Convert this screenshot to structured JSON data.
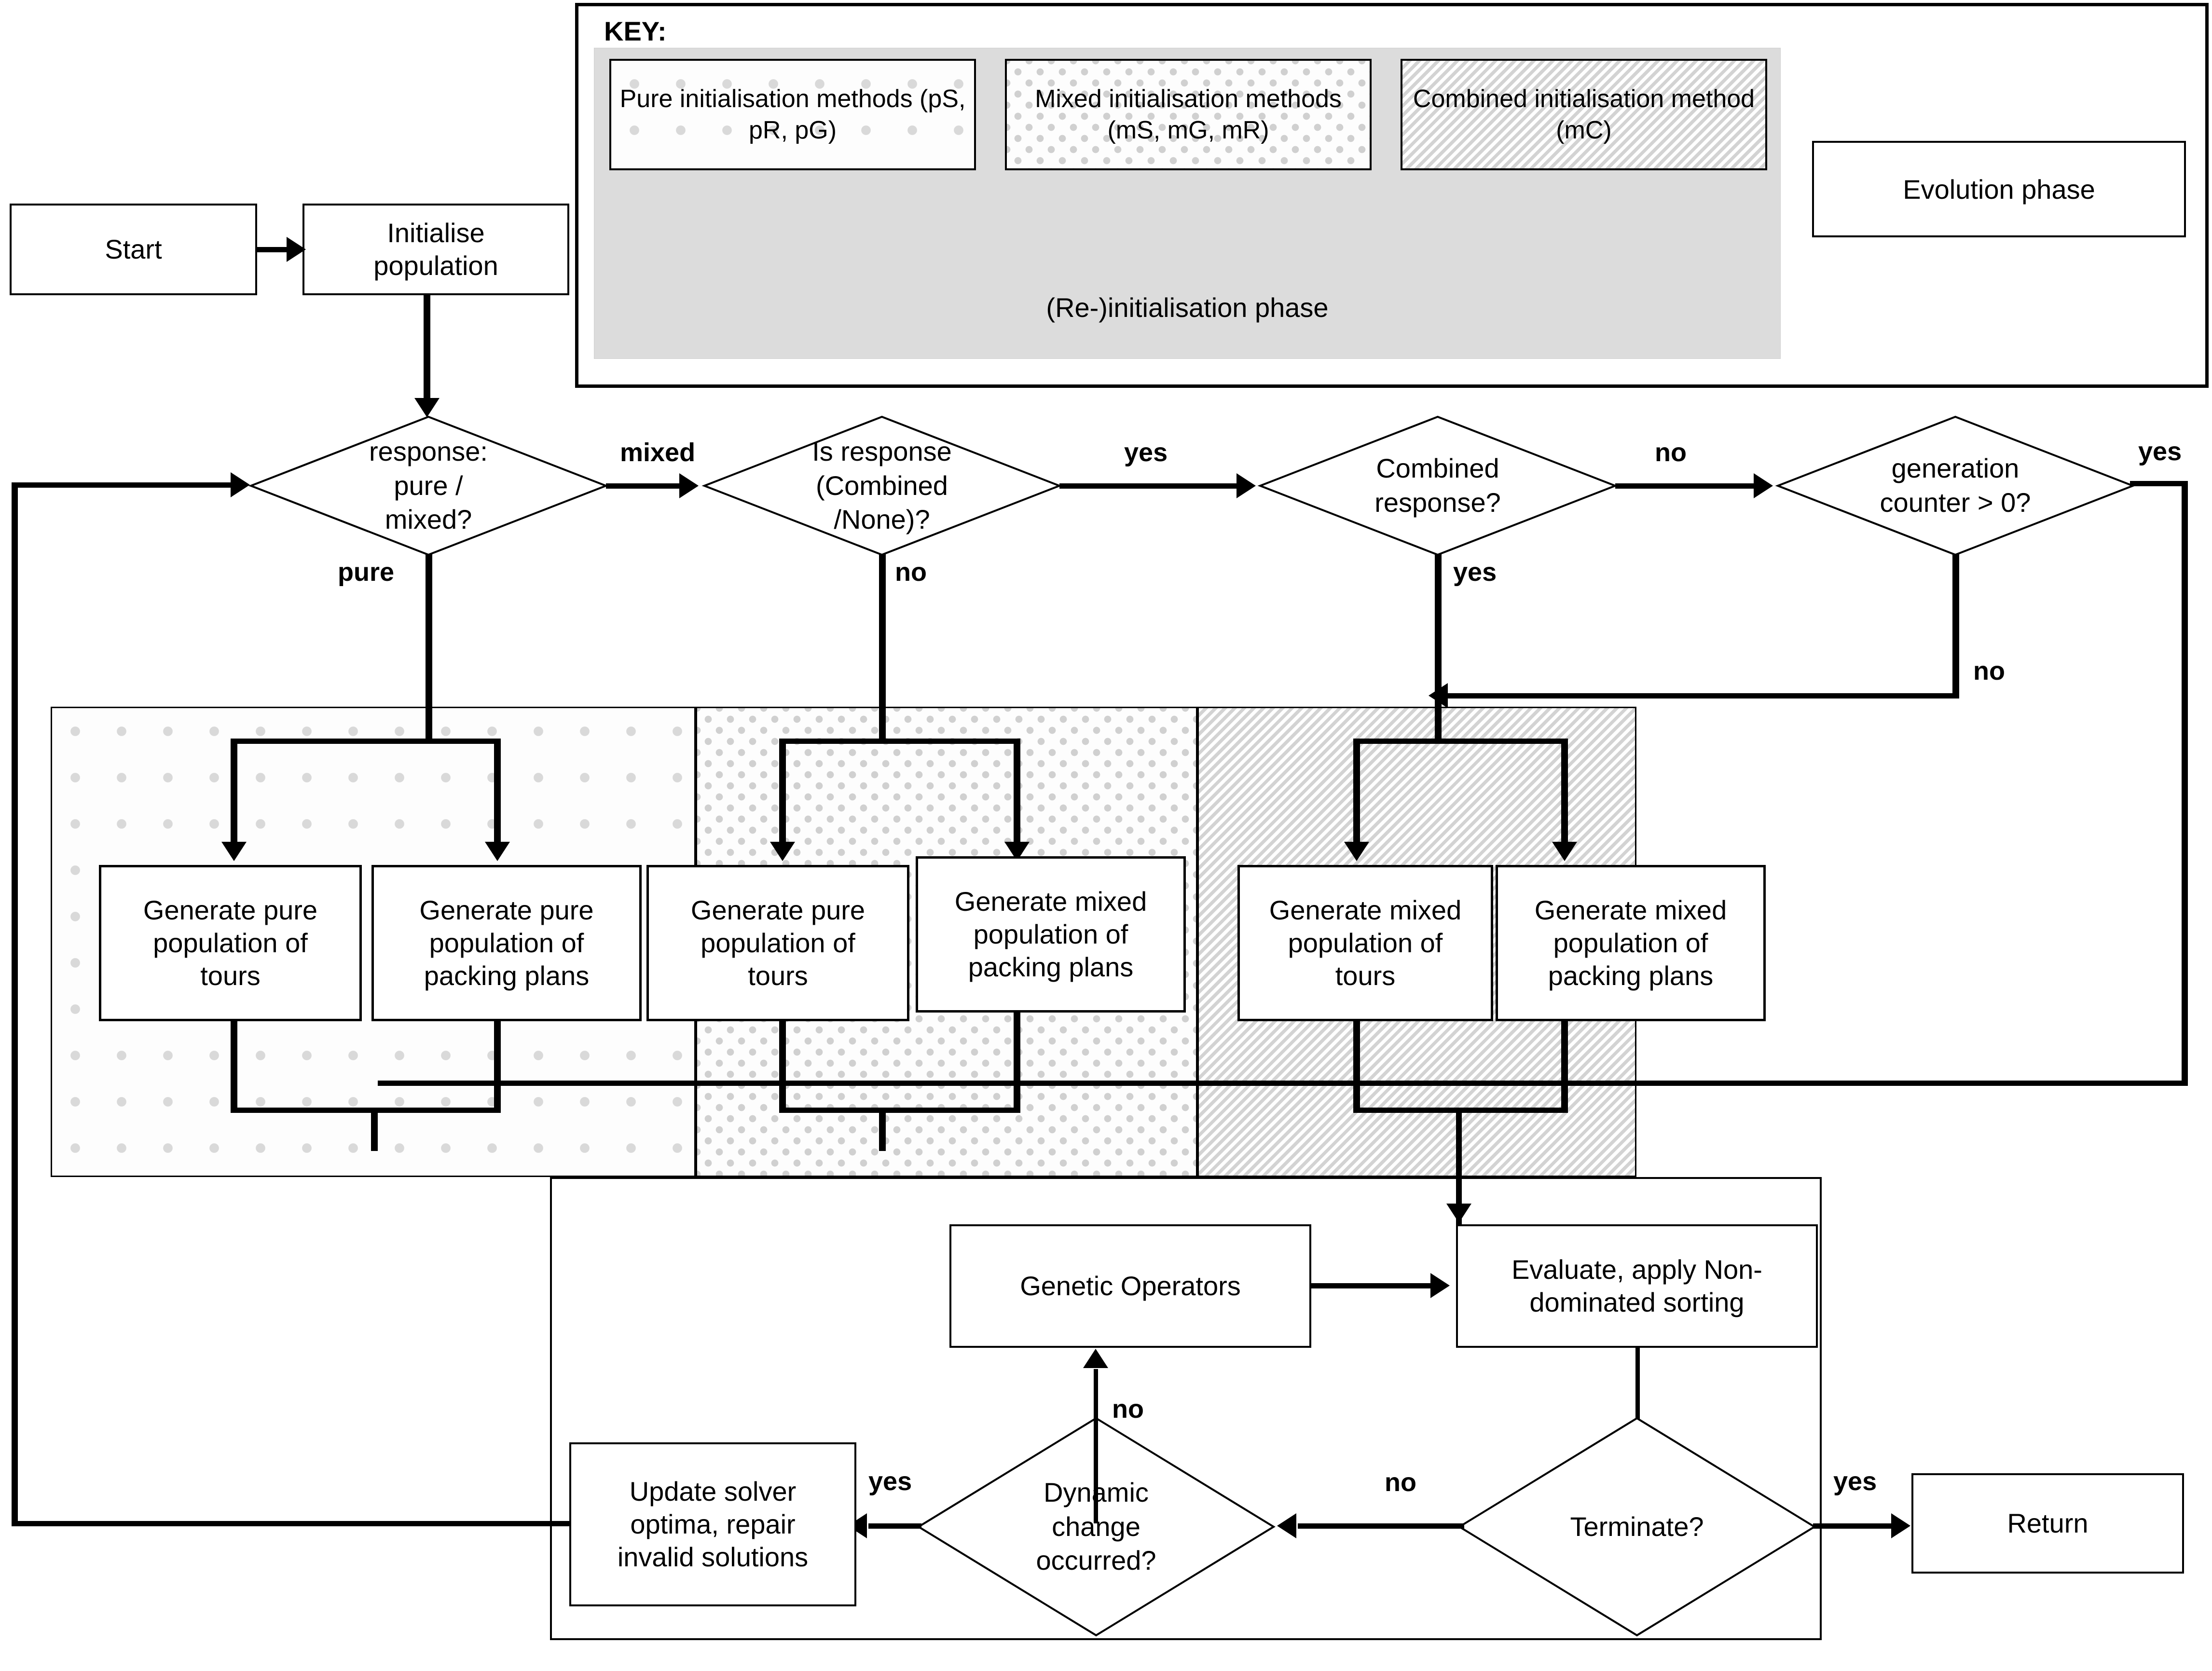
{
  "key": {
    "title": "KEY:",
    "items": [
      {
        "label": "Pure initialisation methods (pS, pR, pG)",
        "pattern": "dotted-sparse"
      },
      {
        "label": "Mixed initialisation methods (mS, mG, mR)",
        "pattern": "dotted-dense"
      },
      {
        "label": "Combined initialisation method (mC)",
        "pattern": "diagonal-hatch"
      }
    ],
    "phase_label": "(Re-)initialisation phase",
    "evolution_label": "Evolution phase"
  },
  "nodes": {
    "start": "Start",
    "initialise_population": "Initialise\npopulation",
    "gen_pure_tours": "Generate pure\npopulation of\ntours",
    "gen_pure_packing": "Generate pure\npopulation of\npacking plans",
    "gen_pure_tours_2": "Generate pure\npopulation of\ntours",
    "gen_mixed_packing_2": "Generate mixed\npopulation of\npacking plans",
    "gen_mixed_tours_3": "Generate mixed\npopulation of\ntours",
    "gen_mixed_packing_3": "Generate mixed\npopulation of\npacking plans",
    "genetic_operators": "Genetic Operators",
    "evaluate_sort": "Evaluate, apply Non-\ndominated sorting",
    "update_solver": "Update solver\noptima, repair\ninvalid solutions",
    "return": "Return"
  },
  "decisions": {
    "response_pure_mixed": "response:\npure /\nmixed?",
    "is_response_combined_none": "Is response\n(Combined\n/None)?",
    "combined_response": "Combined\nresponse?",
    "generation_counter": "generation\ncounter > 0?",
    "dynamic_change": "Dynamic\nchange\noccurred?",
    "terminate": "Terminate?"
  },
  "edge_labels": {
    "mixed": "mixed",
    "pure": "pure",
    "yes_1": "yes",
    "no_1": "no",
    "no_2": "no",
    "yes_2": "yes",
    "yes_3": "yes",
    "no_3": "no",
    "no_genops": "no",
    "yes_update": "yes",
    "no_terminate": "no",
    "yes_return": "yes"
  },
  "colors": {
    "stroke": "#000000",
    "background": "#ffffff",
    "key_gray": "#dcdcdc",
    "hatch_gray": "#d3d3d3"
  }
}
